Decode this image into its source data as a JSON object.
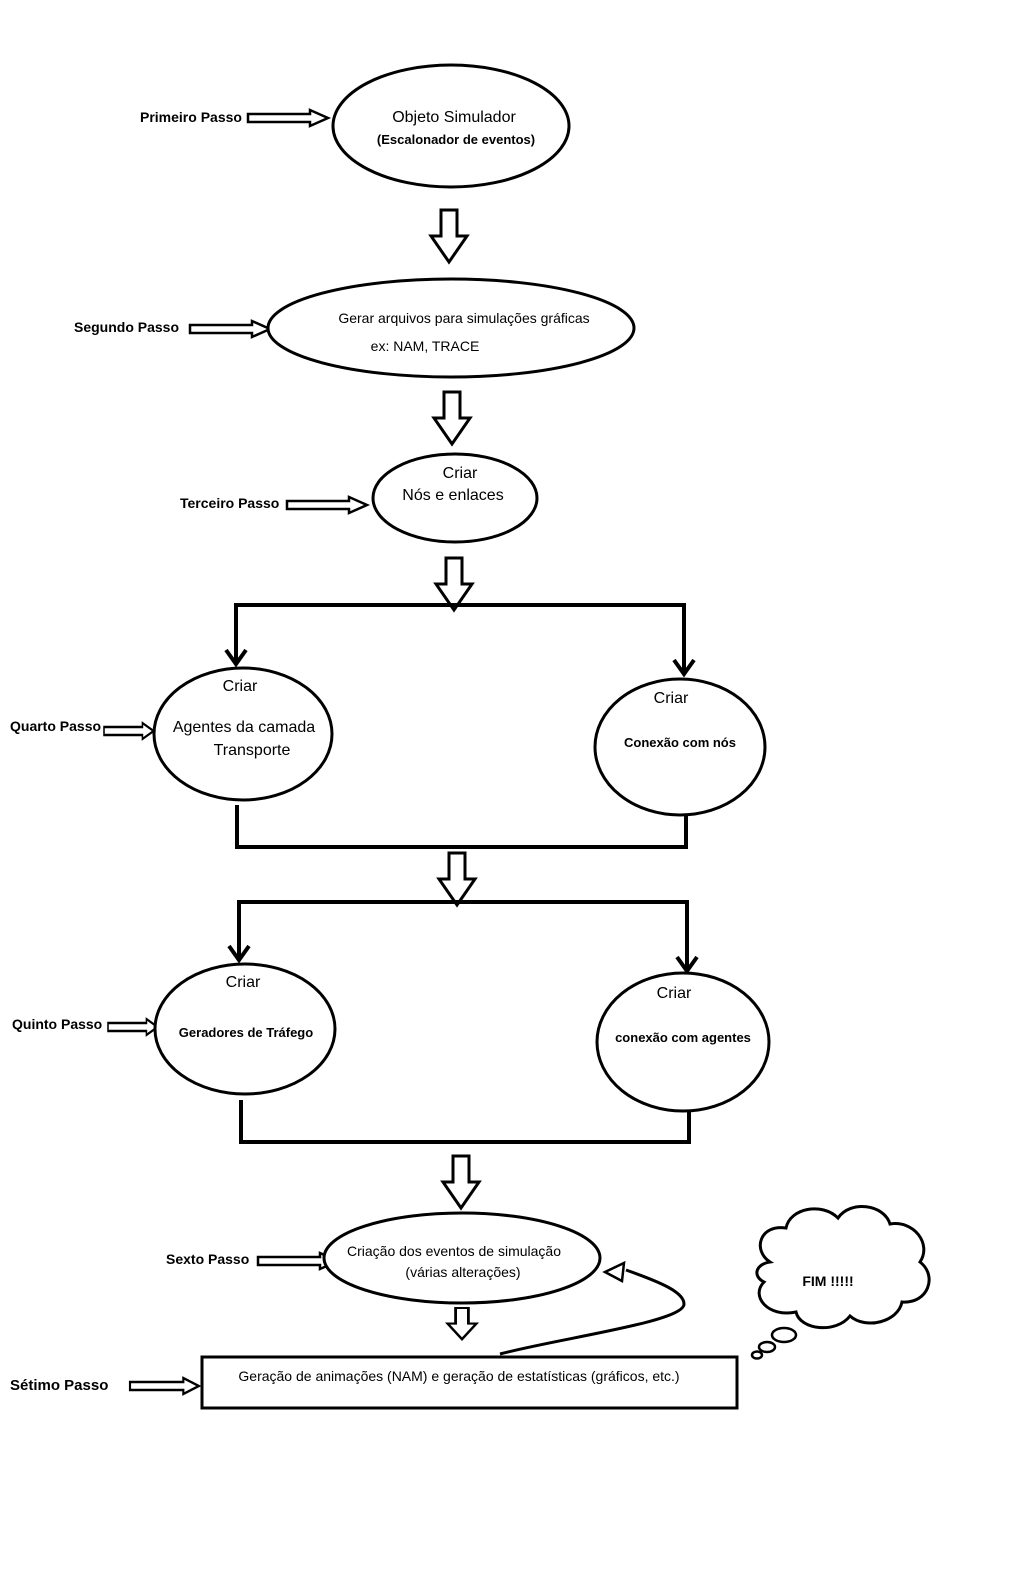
{
  "steps": {
    "s1": {
      "label": "Primeiro Passo",
      "line1": "Objeto Simulador",
      "line2": "(Escalonador de eventos)"
    },
    "s2": {
      "label": "Segundo Passo",
      "line1": "Gerar arquivos para simulações gráficas",
      "line2": "ex: NAM, TRACE"
    },
    "s3": {
      "label": "Terceiro Passo",
      "line1": "Criar",
      "line2": "Nós e enlaces"
    },
    "s4": {
      "label": "Quarto Passo",
      "left": {
        "line0": "Criar",
        "line1": "Agentes da camada",
        "line2": "Transporte"
      },
      "right": {
        "line0": "Criar",
        "line1": "Conexão com nós"
      }
    },
    "s5": {
      "label": "Quinto Passo",
      "left": {
        "line0": "Criar",
        "line1": "Geradores de Tráfego"
      },
      "right": {
        "line0": "Criar",
        "line1": "conexão com agentes"
      }
    },
    "s6": {
      "label": "Sexto Passo",
      "line1": "Criação dos eventos de simulação",
      "line2": "(várias alterações)"
    },
    "s7": {
      "label": "Sétimo Passo",
      "line1": "Geração de animações (NAM) e geração de estatísticas (gráficos, etc.)"
    }
  },
  "cloud": {
    "text": "FIM !!!!!"
  }
}
